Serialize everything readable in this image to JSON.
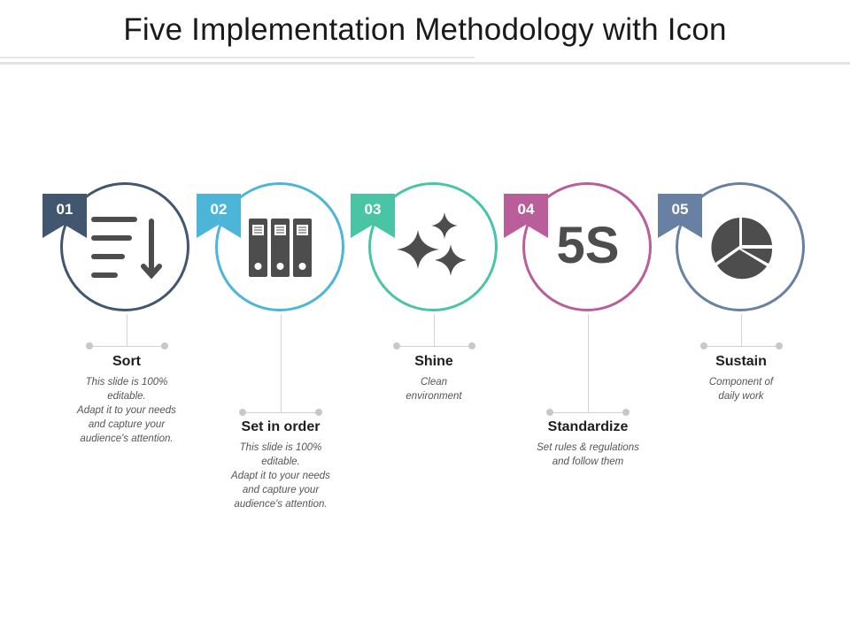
{
  "title": "Five Implementation Methodology with Icon",
  "steps": [
    {
      "number": "01",
      "label": "Sort",
      "description": "This slide is 100%\neditable.\nAdapt it to your needs\nand capture your\naudience's attention.",
      "color": "#43566f",
      "icon": "sort-descending-icon"
    },
    {
      "number": "02",
      "label": "Set in order",
      "description": "This slide is 100%\neditable.\nAdapt it to your needs\nand capture your\naudience's attention.",
      "color": "#4db5d8",
      "icon": "binders-icon"
    },
    {
      "number": "03",
      "label": "Shine",
      "description": "Clean\nenvironment",
      "color": "#49c5a5",
      "icon": "sparkle-icon"
    },
    {
      "number": "04",
      "label": "Standardize",
      "description": "Set rules & regulations\nand follow them",
      "color": "#b95d9b",
      "icon": "5s-text-icon",
      "icon_text": "5S"
    },
    {
      "number": "05",
      "label": "Sustain",
      "description": "Component of\ndaily work",
      "color": "#6880a3",
      "icon": "pie-chart-icon"
    }
  ]
}
